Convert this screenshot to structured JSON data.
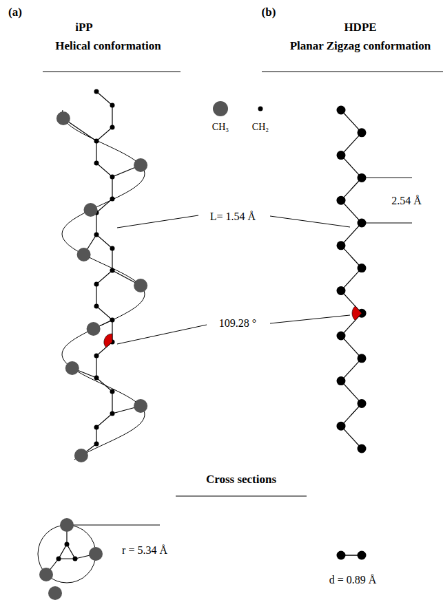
{
  "diagram": {
    "labels": [
      "(a)",
      "(b)",
      "iPP",
      "Helical conformation",
      "HDPE",
      "Planar Zigzag conformation",
      "L= 1.54 Å",
      "2.54 Å",
      "109.28 °",
      "Cross sections",
      "r = 5.34 Å",
      "d = 0.89 Å"
    ],
    "legend": [
      {
        "text": "CH₃"
      },
      {
        "text": "CH₂"
      }
    ]
  }
}
